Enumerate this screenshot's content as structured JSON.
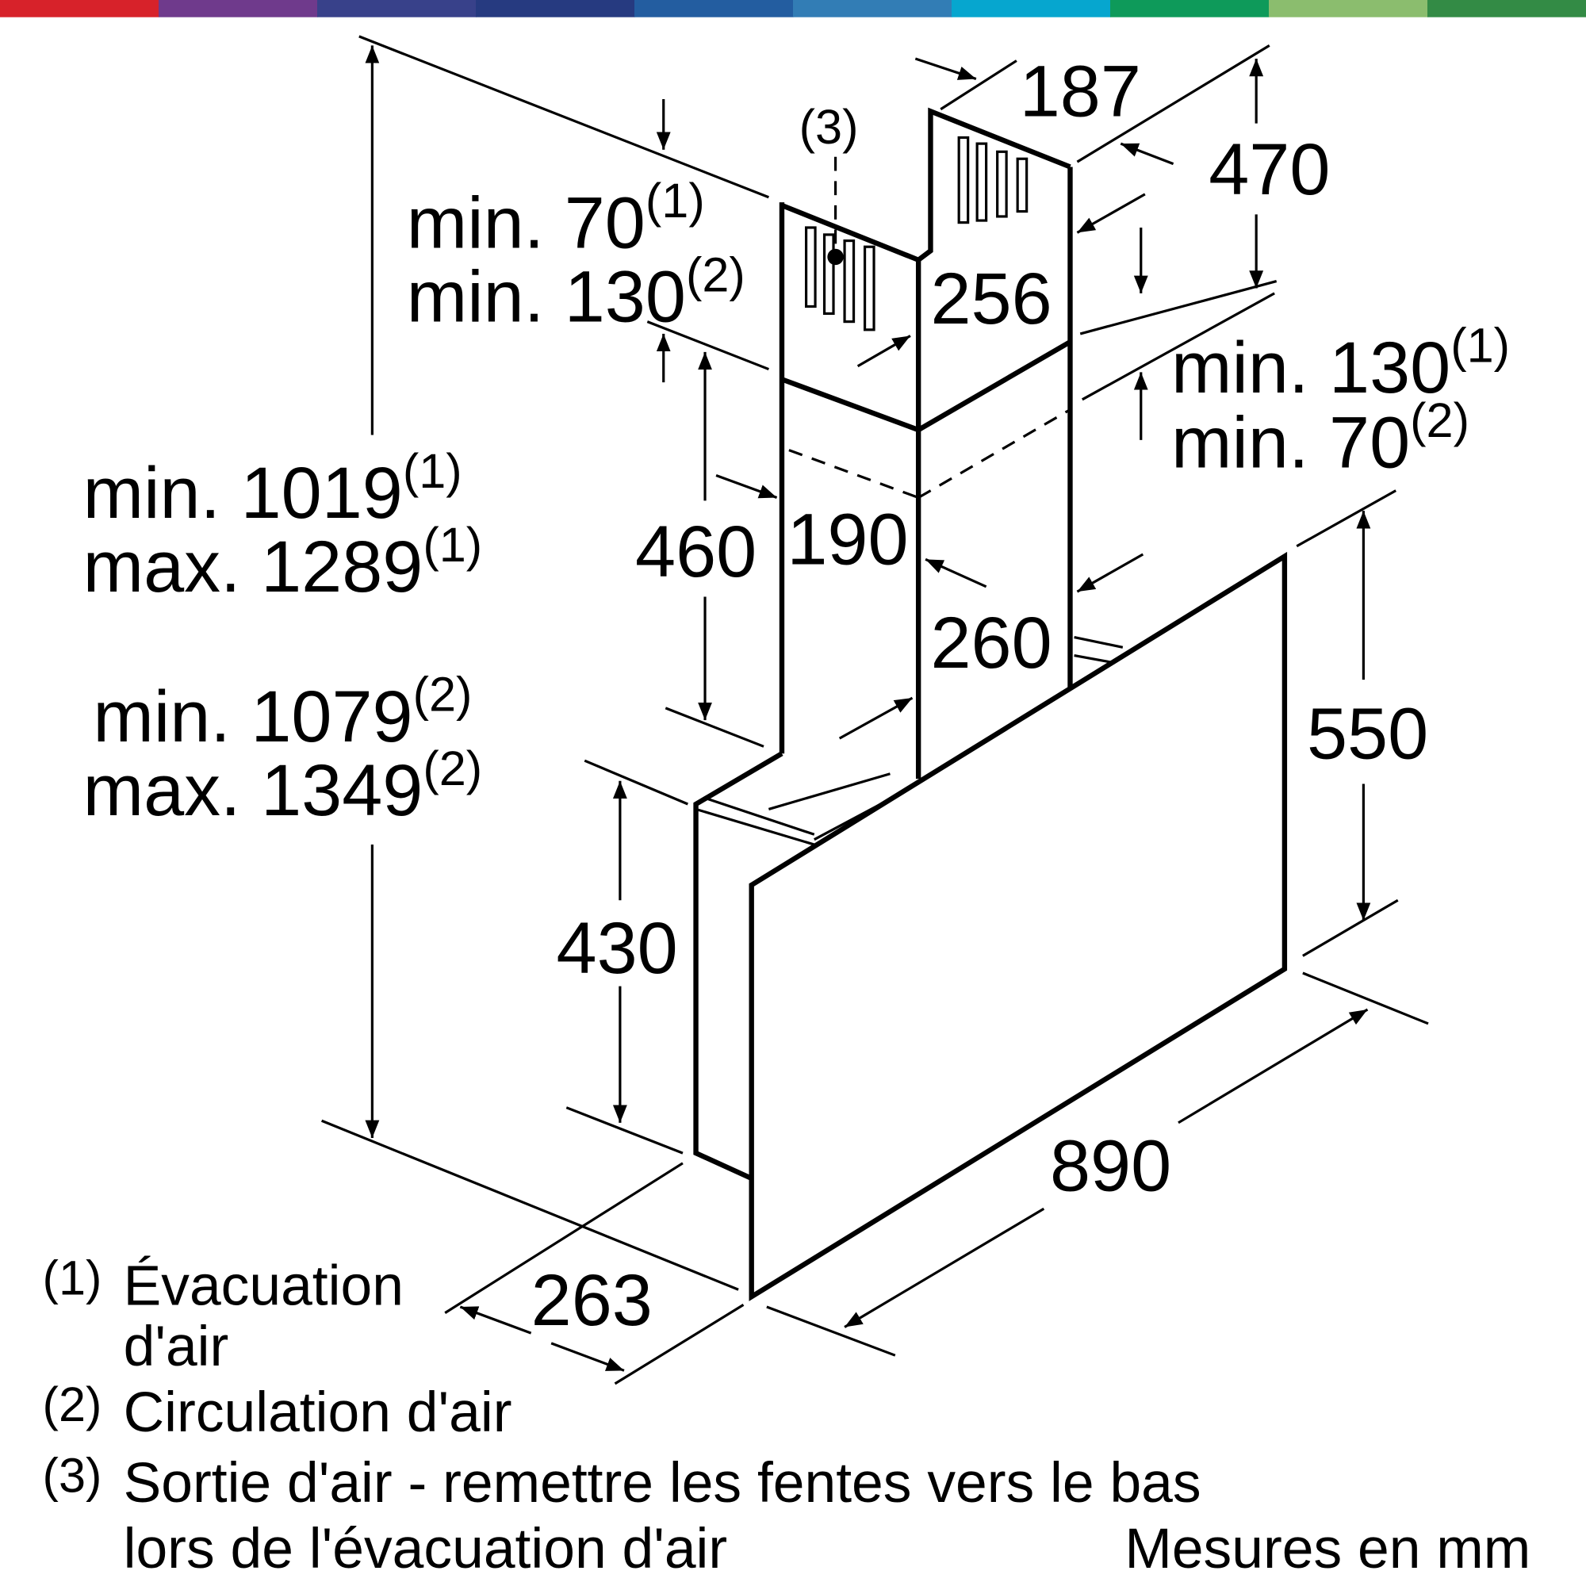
{
  "brand_bar_colors": [
    "#d7222a",
    "#6f3a8c",
    "#38418a",
    "#263a80",
    "#235da0",
    "#327db5",
    "#06a6cf",
    "#0e9a5a",
    "#8bbd6e",
    "#338b45"
  ],
  "dimensions": {
    "d187": "187",
    "d470": "470",
    "d256": "256",
    "d460": "460",
    "d190": "190",
    "d260": "260",
    "d550": "550",
    "d430": "430",
    "d890": "890",
    "d263": "263",
    "callout3": "(3)",
    "top_gap": {
      "line1": "min. 70",
      "sup1": "(1)",
      "line2": "min. 130",
      "sup2": "(2)"
    },
    "right_gap": {
      "line1": "min. 130",
      "sup1": "(1)",
      "line2": "min. 70",
      "sup2": "(2)"
    },
    "height1": {
      "line1": "min. 1019",
      "sup1": "(1)",
      "line2": "max. 1289",
      "sup2": "(1)"
    },
    "height2": {
      "line1": "min. 1079",
      "sup1": "(2)",
      "line2": "max. 1349",
      "sup2": "(2)"
    }
  },
  "legend": [
    {
      "num": "(1)",
      "lines": [
        "Évacuation",
        "d'air"
      ]
    },
    {
      "num": "(2)",
      "lines": [
        "Circulation d'air"
      ]
    },
    {
      "num": "(3)",
      "lines": [
        "Sortie d'air - remettre les fentes vers le bas",
        "lors de l'évacuation d'air"
      ]
    }
  ],
  "units_note": "Mesures en mm"
}
